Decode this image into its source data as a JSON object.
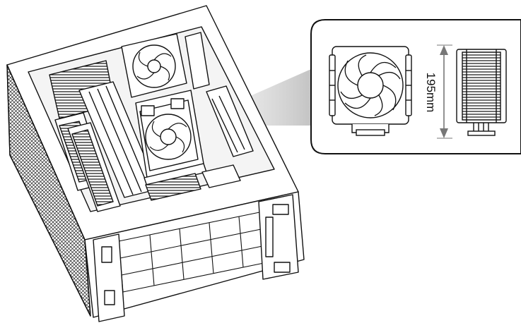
{
  "callout": {
    "height_label": "195mm"
  },
  "colors": {
    "line": "#111111",
    "fill": "#ffffff",
    "beam": "#c8c8c8",
    "dim_arrow": "#777777"
  },
  "icons": [
    "pc-case-drawing",
    "cpu-cooler-front-view",
    "cpu-cooler-side-view",
    "dimension-arrow"
  ]
}
